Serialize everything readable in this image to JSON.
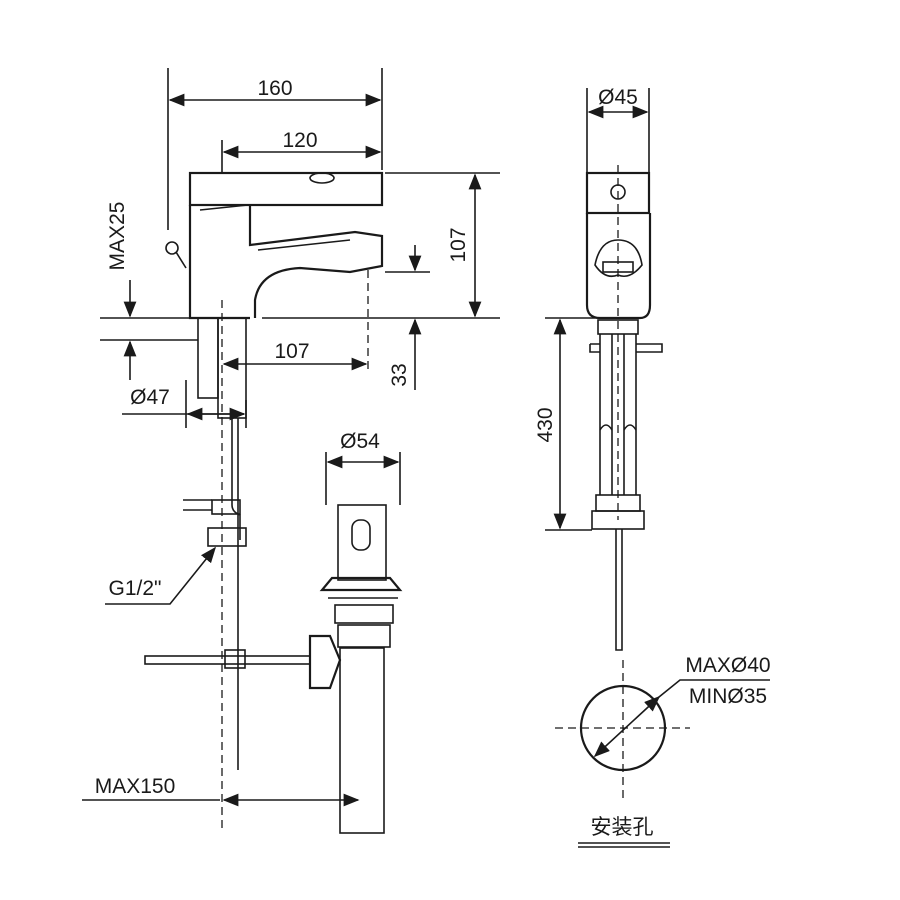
{
  "front_view": {
    "dim_width_total": "160",
    "dim_spout_reach": "120",
    "dim_height": "107",
    "dim_spout_projection": "107",
    "dim_spout_clearance": "33",
    "dim_max_deck": "MAX25",
    "dim_base_diameter": "Ø47",
    "dim_drain_diameter": "Ø54",
    "dim_thread": "G1/2\"",
    "dim_max_150": "MAX150"
  },
  "side_view": {
    "dim_body_diameter": "Ø45",
    "dim_hose_length": "430"
  },
  "install_hole": {
    "max_diameter": "MAXØ40",
    "min_diameter": "MINØ35",
    "caption": "安装孔"
  }
}
